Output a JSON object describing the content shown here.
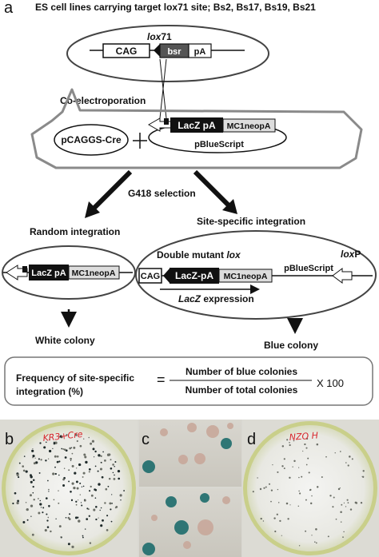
{
  "panels": {
    "a": "a",
    "b": "b",
    "c": "c",
    "d": "d"
  },
  "header": "ES cell lines carrying target lox71 site; Bs2, Bs17, Bs19, Bs21",
  "target": {
    "lox_italic": "lox",
    "lox_num": "71",
    "cag": "CAG",
    "bsr": "bsr",
    "pa": "pA"
  },
  "co_electroporation": "Co-electroporation",
  "plasmids": {
    "cre": "pCAGGS-Cre",
    "lacz_pa": "LacZ pA",
    "neo": "MC1neopA",
    "backbone": "pBlueScript"
  },
  "selection": "G418 selection",
  "random": {
    "title": "Random integration",
    "lacz_pa": "LacZ pA",
    "neo": "MC1neopA",
    "outcome": "White colony"
  },
  "site_specific": {
    "title": "Site-specific integration",
    "double_mutant_prefix": "Double mutant ",
    "double_mutant_italic": "lox",
    "cag": "CAG",
    "lacz_pa": "LacZ-pA",
    "neo": "MC1neopA",
    "backbone": "pBlueScript",
    "loxp_italic": "lox",
    "loxp_suffix": "P",
    "expression_italic": "LacZ",
    "expression_suffix": " expression",
    "outcome": "Blue colony"
  },
  "formula": {
    "label_line1": "Frequency of site-specific",
    "label_line2": "integration (%)",
    "equals": "=",
    "numerator": "Number of blue colonies",
    "denominator": "Number of total colonies",
    "multiplier": "X 100"
  },
  "plates": {
    "b_handwriting": "KR3+Cre",
    "d_handwriting": "NZO H"
  },
  "colors": {
    "ellipse_stroke": "#444444",
    "octagon_stroke": "#8a8a8a",
    "box_dark": "#111111",
    "box_light": "#dddddd",
    "bsr_fill": "#555555",
    "plate_bg": "#e6e6e6",
    "plate_rim": "#c9cf8a",
    "blue_colony": "#1d6b6c",
    "white_colony": "#c8a79a",
    "ink_red": "#d8262c"
  }
}
